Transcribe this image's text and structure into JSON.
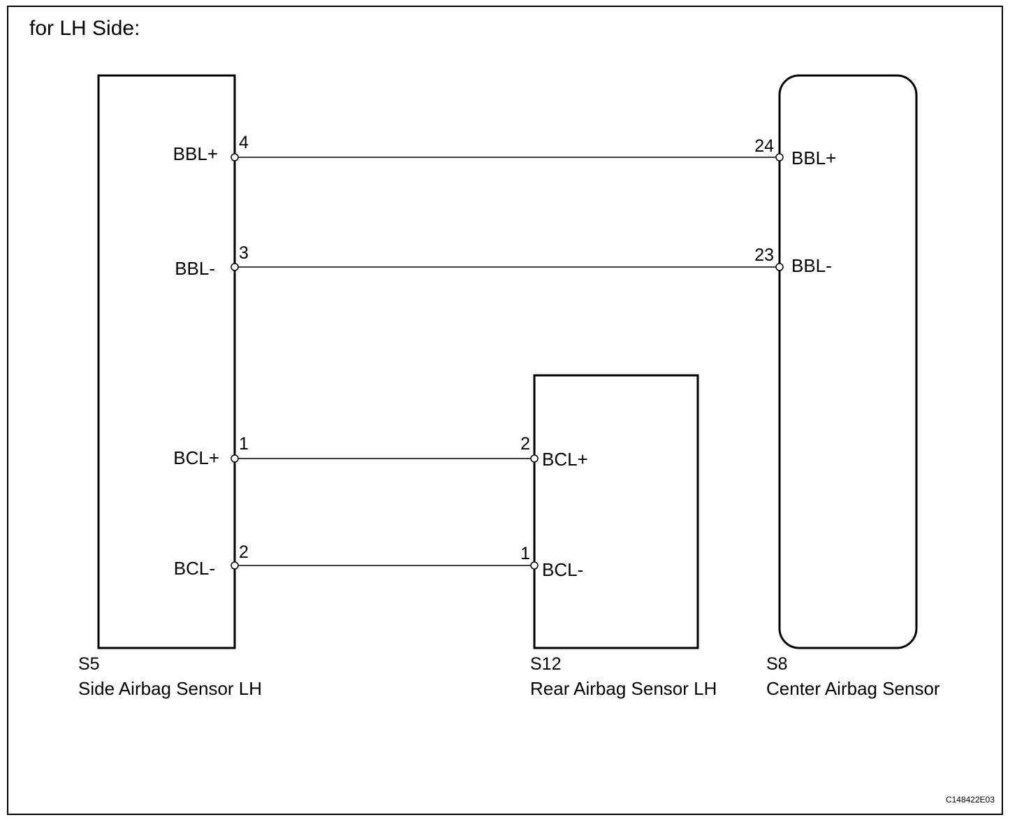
{
  "title": "for LH Side:",
  "image_code": "C148422E03",
  "components": {
    "side": {
      "id": "S5",
      "name": "Side Airbag Sensor LH"
    },
    "rear": {
      "id": "S12",
      "name": "Rear Airbag Sensor LH"
    },
    "center": {
      "id": "S8",
      "name": "Center Airbag Sensor"
    }
  },
  "wires": [
    {
      "from_pin": "4",
      "from_signal": "BBL+",
      "to_pin": "24",
      "to_signal": "BBL+"
    },
    {
      "from_pin": "3",
      "from_signal": "BBL-",
      "to_pin": "23",
      "to_signal": "BBL-"
    },
    {
      "from_pin": "1",
      "from_signal": "BCL+",
      "to_pin": "2",
      "to_signal": "BCL+"
    },
    {
      "from_pin": "2",
      "from_signal": "BCL-",
      "to_pin": "1",
      "to_signal": "BCL-"
    }
  ]
}
